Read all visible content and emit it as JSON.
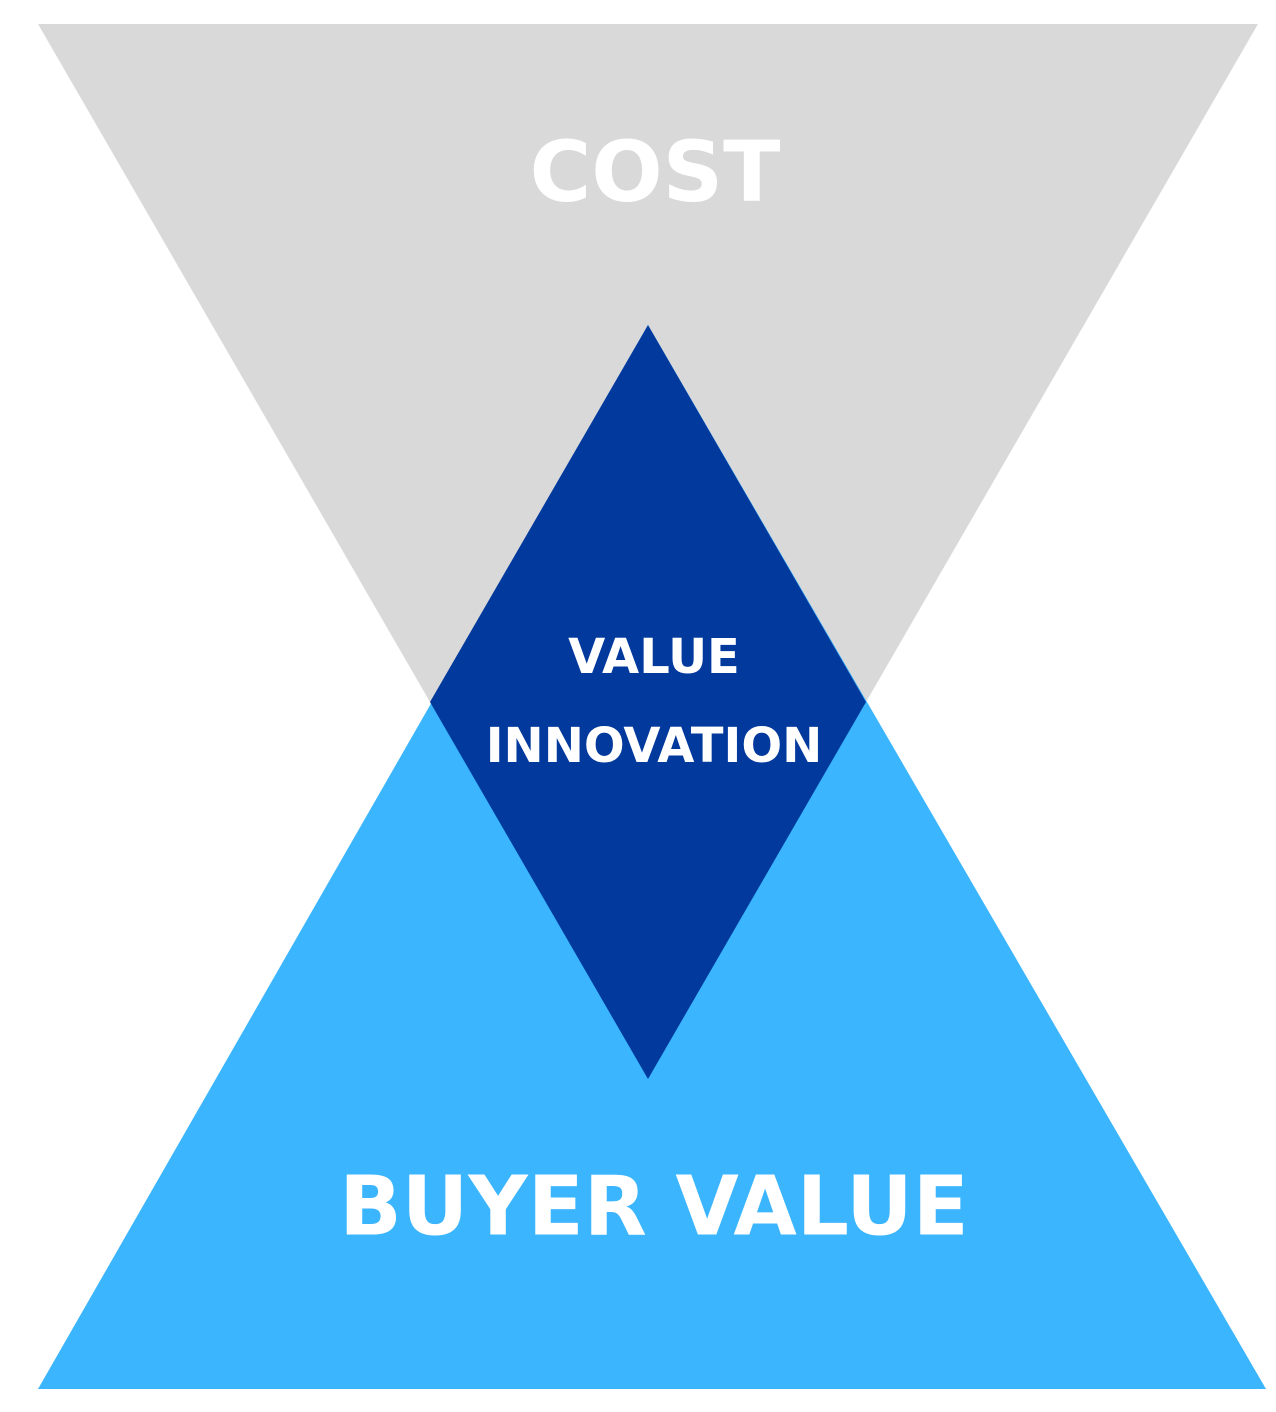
{
  "diagram": {
    "cost": {
      "label": "COST",
      "color": "#d9d9d9"
    },
    "buyer_value": {
      "label": "BUYER VALUE",
      "color": "#3bb5fd"
    },
    "value_innovation": {
      "line1": "VALUE",
      "line2": "INNOVATION",
      "color": "#02399d"
    }
  }
}
